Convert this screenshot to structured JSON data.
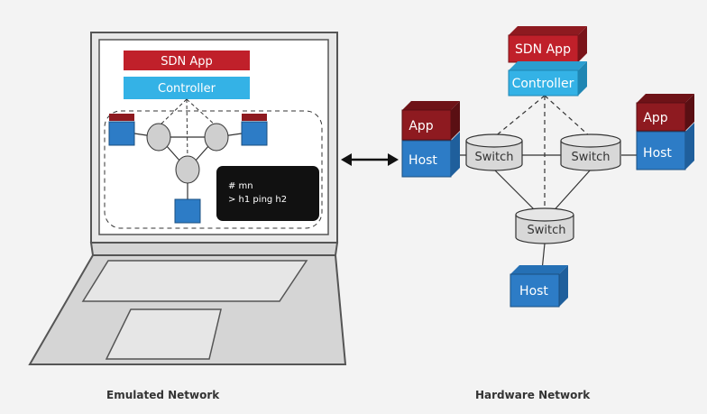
{
  "emulated": {
    "sdn_app_label": "SDN App",
    "controller_label": "Controller",
    "terminal_line1": "# mn",
    "terminal_line2": "> h1 ping h2",
    "caption": "Emulated Network"
  },
  "hardware": {
    "sdn_app_label": "SDN App",
    "controller_label": "Controller",
    "app_left_label": "App",
    "app_right_label": "App",
    "host_left_label": "Host",
    "host_right_label": "Host",
    "host_bottom_label": "Host",
    "switch_left_label": "Switch",
    "switch_right_label": "Switch",
    "switch_bottom_label": "Switch",
    "caption": "Hardware Network"
  },
  "colors": {
    "red": "#c0202a",
    "dark_red": "#8e1a20",
    "cyan": "#34b2e6",
    "blue": "#2d7cc6",
    "gray": "#d8d8d8",
    "terminal": "#111111"
  }
}
